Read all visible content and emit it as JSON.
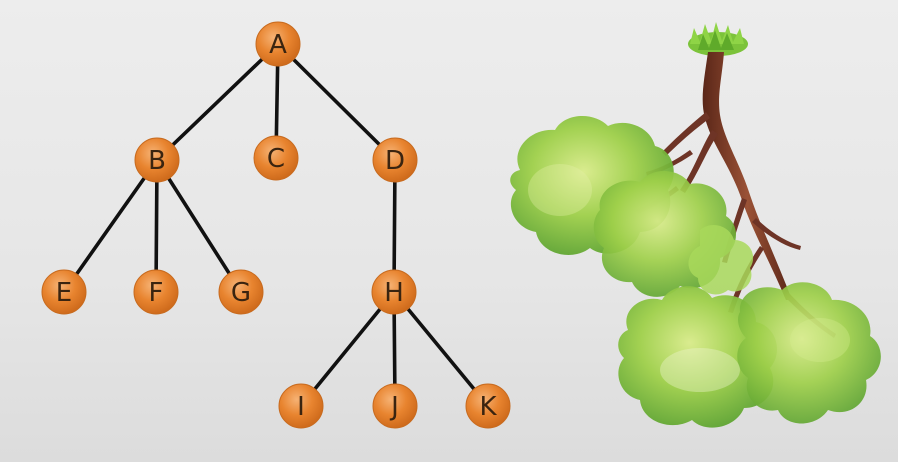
{
  "tree": {
    "nodes": [
      {
        "id": "A",
        "label": "A"
      },
      {
        "id": "B",
        "label": "B"
      },
      {
        "id": "C",
        "label": "C"
      },
      {
        "id": "D",
        "label": "D"
      },
      {
        "id": "E",
        "label": "E"
      },
      {
        "id": "F",
        "label": "F"
      },
      {
        "id": "G",
        "label": "G"
      },
      {
        "id": "H",
        "label": "H"
      },
      {
        "id": "I",
        "label": "I"
      },
      {
        "id": "J",
        "label": "J"
      },
      {
        "id": "K",
        "label": "K"
      }
    ],
    "edges": [
      [
        "A",
        "B"
      ],
      [
        "A",
        "C"
      ],
      [
        "A",
        "D"
      ],
      [
        "B",
        "E"
      ],
      [
        "B",
        "F"
      ],
      [
        "B",
        "G"
      ],
      [
        "D",
        "H"
      ],
      [
        "H",
        "I"
      ],
      [
        "H",
        "J"
      ],
      [
        "H",
        "K"
      ]
    ]
  },
  "colors": {
    "node_fill": "#e8842f",
    "node_highlight": "#f2a864",
    "edge": "#111111",
    "background": "#e8e8e8",
    "foliage": "#8cc63f",
    "trunk": "#7a3b2a"
  },
  "illustration": {
    "subject": "upside-down-tree-icon"
  }
}
